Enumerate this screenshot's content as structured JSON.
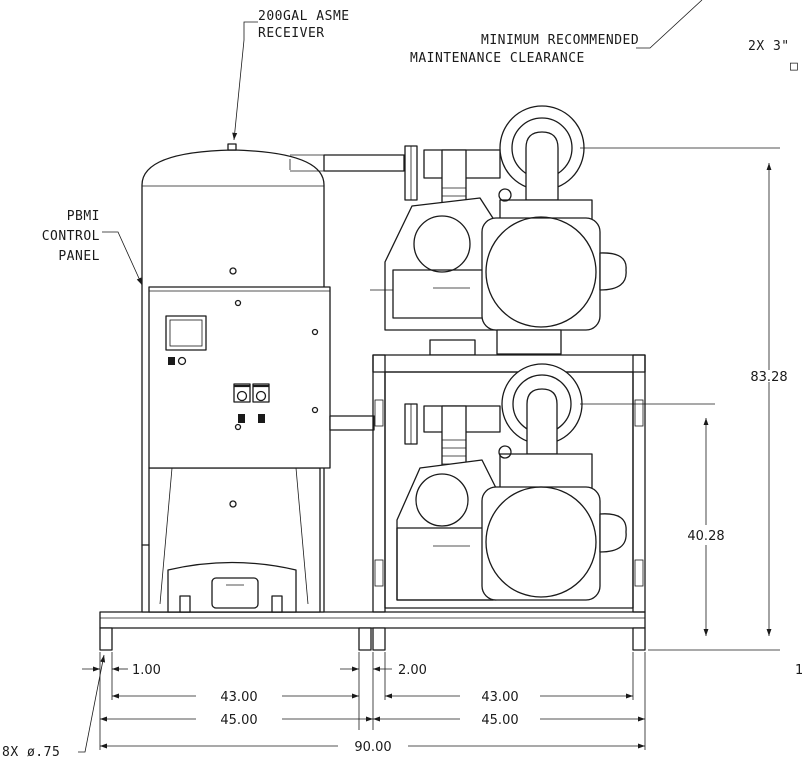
{
  "callouts": {
    "receiver_line1": "200GAL ASME",
    "receiver_line2": "RECEIVER",
    "clearance_line1": "MINIMUM RECOMMENDED",
    "clearance_line2": "MAINTENANCE CLEARANCE",
    "panel_line1": "PBMI",
    "panel_line2": "CONTROL",
    "panel_line3": "PANEL",
    "ports_partial": "2X 3\"",
    "ports_partial2": "□",
    "holes": "8X ø.75"
  },
  "dimensions": {
    "overall_height": "83.28",
    "upper_frame_height": "40.28",
    "left_edge_offset": "1.00",
    "center_gap": "2.00",
    "left_inner_width": "43.00",
    "right_inner_width": "43.00",
    "left_outer_width": "45.00",
    "right_outer_width": "45.00",
    "overall_width": "90.00",
    "right_partial": "1"
  }
}
